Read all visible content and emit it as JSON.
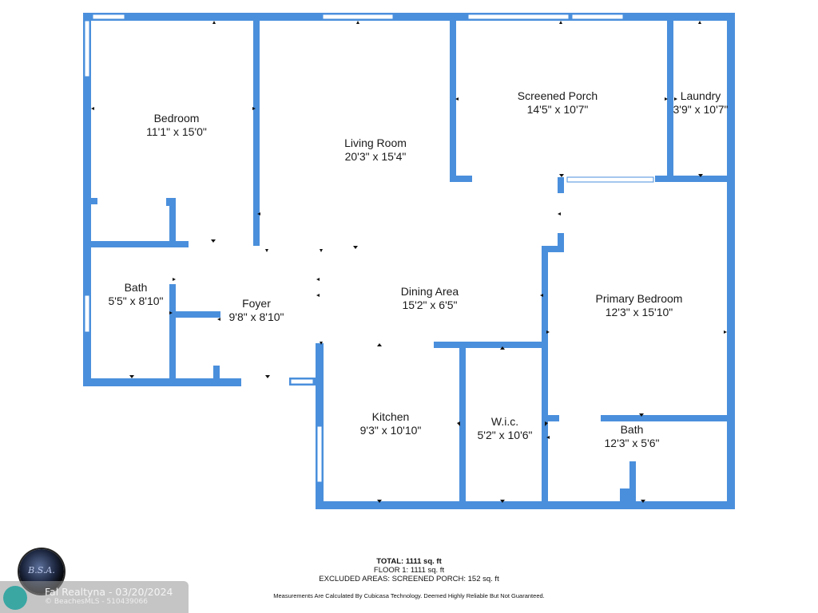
{
  "colors": {
    "wall": "#4a8fdc",
    "window": "#ffffff",
    "background": "#ffffff"
  },
  "rooms": [
    {
      "key": "bedroom",
      "name": "Bedroom",
      "dims": "11'1\" x 15'0\""
    },
    {
      "key": "living_room",
      "name": "Living Room",
      "dims": "20'3\" x 15'4\""
    },
    {
      "key": "screened_porch",
      "name": "Screened Porch",
      "dims": "14'5\" x 10'7\""
    },
    {
      "key": "laundry",
      "name": "Laundry",
      "dims": "3'9\" x 10'7\""
    },
    {
      "key": "bath_left",
      "name": "Bath",
      "dims": "5'5\" x 8'10\""
    },
    {
      "key": "foyer",
      "name": "Foyer",
      "dims": "9'8\" x 8'10\""
    },
    {
      "key": "dining_area",
      "name": "Dining Area",
      "dims": "15'2\" x 6'5\""
    },
    {
      "key": "primary_bedroom",
      "name": "Primary Bedroom",
      "dims": "12'3\" x 15'10\""
    },
    {
      "key": "kitchen",
      "name": "Kitchen",
      "dims": "9'3\" x 10'10\""
    },
    {
      "key": "wic",
      "name": "W.i.c.",
      "dims": "5'2\" x 10'6\""
    },
    {
      "key": "bath_right",
      "name": "Bath",
      "dims": "12'3\" x 5'6\""
    }
  ],
  "summary": {
    "total": "TOTAL: 1111 sq. ft",
    "floor": "FLOOR 1: 1111 sq. ft",
    "excluded": "EXCLUDED AREAS: SCREENED PORCH: 152 sq. ft",
    "disclaimer": "Measurements Are Calculated By Cubicasa Technology. Deemed Highly Reliable But Not Guaranteed."
  },
  "watermark": {
    "line1": "Fal Realtyna - 03/20/2024",
    "line2": "© BeachesMLS - 510439066"
  },
  "logo": {
    "text": "B.S.A."
  }
}
